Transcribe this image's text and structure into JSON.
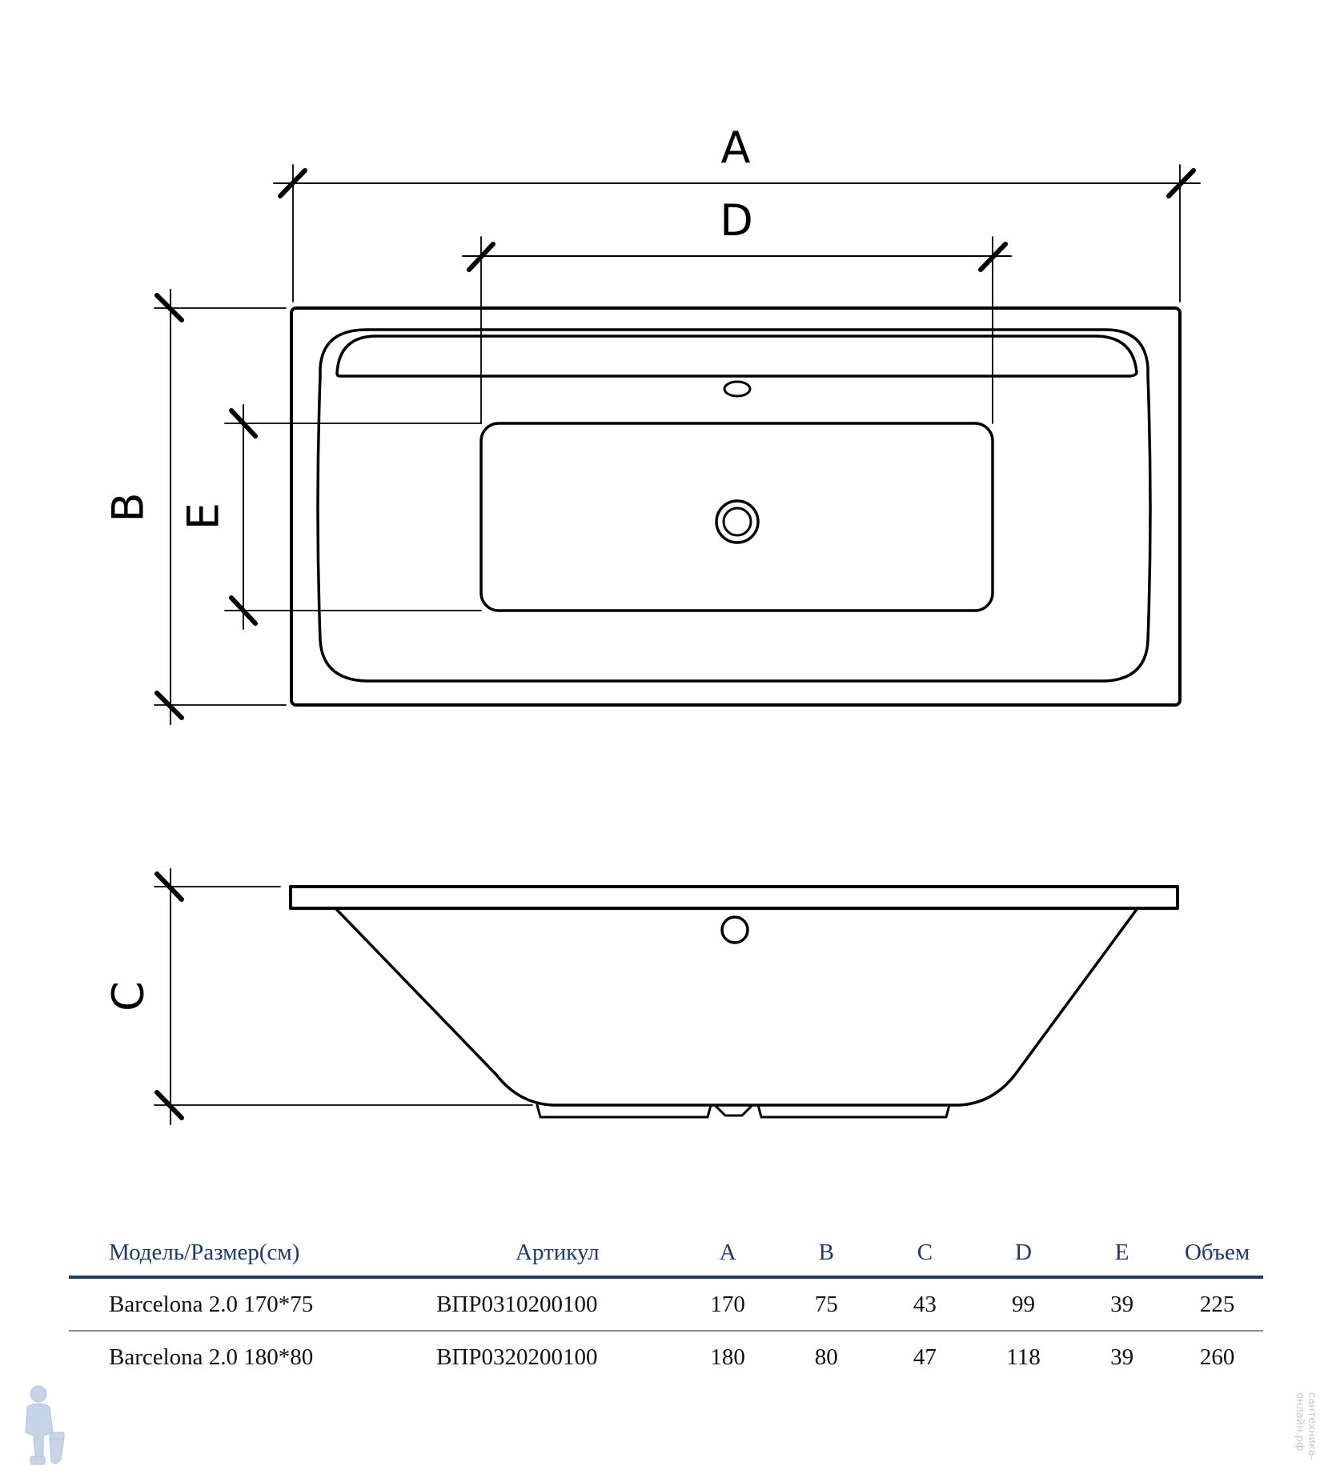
{
  "dimension_labels": {
    "a": "A",
    "b": "B",
    "c": "C",
    "d": "D",
    "e": "E"
  },
  "table": {
    "headers": [
      "Модель/Размер(см)",
      "Артикул",
      "A",
      "B",
      "C",
      "D",
      "E",
      "Объем"
    ],
    "rows": [
      [
        "Barcelona 2.0 170*75",
        "ВПР0310200100",
        "170",
        "75",
        "43",
        "99",
        "39",
        "225"
      ],
      [
        "Barcelona 2.0 180*80",
        "ВПР0320200100",
        "180",
        "80",
        "47",
        "118",
        "39",
        "260"
      ]
    ]
  },
  "watermark": "сантехника-онлайн.рф",
  "colors": {
    "header_text": "#1f3a63",
    "header_rule": "#1f3a63",
    "row_rule": "#8a8a8a",
    "line": "#000000"
  }
}
